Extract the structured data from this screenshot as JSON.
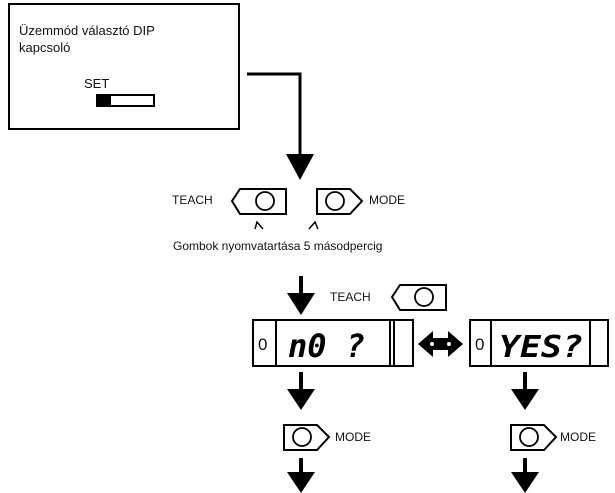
{
  "dip_box": {
    "title_line1": "Üzemmód választó DIP",
    "title_line2": "kapcsoló",
    "switch_label": "SET"
  },
  "buttons": {
    "teach_label": "TEACH",
    "mode_label": "MODE"
  },
  "instruction": "Gombok nyomvatartása 5 másodpercig",
  "displays": {
    "left_indicator": "0",
    "left_text": "n0 ?",
    "right_indicator": "0",
    "right_text": "YES?"
  }
}
